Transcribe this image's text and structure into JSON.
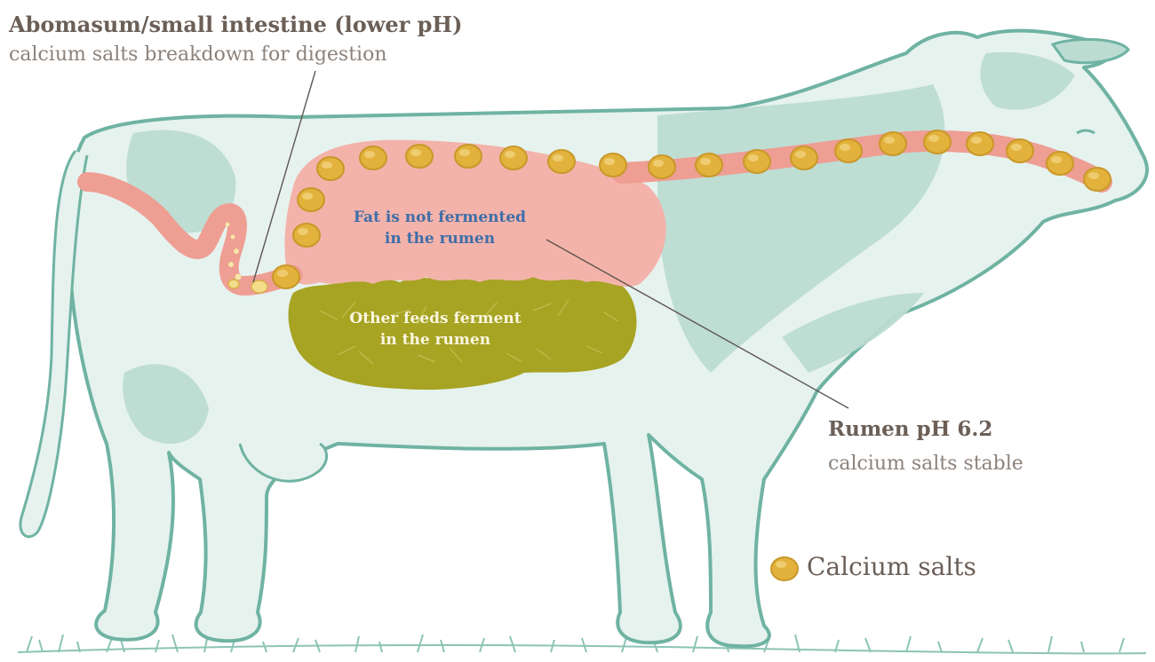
{
  "labels": {
    "abomasum_title": "Abomasum/small intestine (lower pH)",
    "abomasum_sub": "calcium salts breakdown for digestion",
    "rumen_title": "Rumen pH 6.2",
    "rumen_sub": "calcium salts stable",
    "fat_line1": "Fat is not fermented",
    "fat_line2": "in the rumen",
    "feed_line1": "Other feeds ferment",
    "feed_line2": "in the rumen"
  },
  "legend": {
    "label": "Calcium salts"
  },
  "colors": {
    "cow_outline": "#6fb3a2",
    "cow_fill": "#e6f2ee",
    "cow_patch": "#bcdcd2",
    "rumen_pink": "#f3b3aa",
    "tract_pink": "#ee9e93",
    "feed_olive": "#a7a323",
    "salt_gold": "#e2b23c",
    "salt_edge": "#c9982a",
    "title_text": "#6b5f57",
    "fat_text": "#3f6ea8"
  }
}
